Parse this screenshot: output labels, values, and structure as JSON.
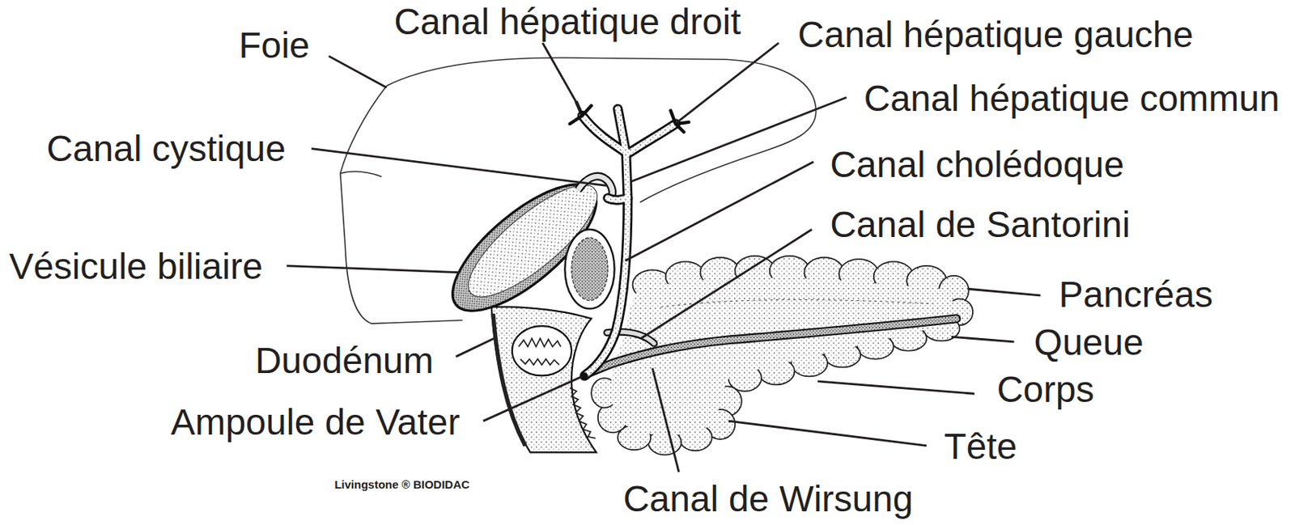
{
  "diagram": {
    "labels": [
      "Foie",
      "Canal hépatique droit",
      "Canal hépatique gauche",
      "Canal hépatique commun",
      "Canal cystique",
      "Canal cholédoque",
      "Canal de Santorini",
      "Vésicule biliaire",
      "Pancréas",
      "Queue",
      "Duodénum",
      "Corps",
      "Ampoule de Vater",
      "Tête",
      "Canal de Wirsung",
      "Livingstone ® BIODIDAC"
    ]
  }
}
